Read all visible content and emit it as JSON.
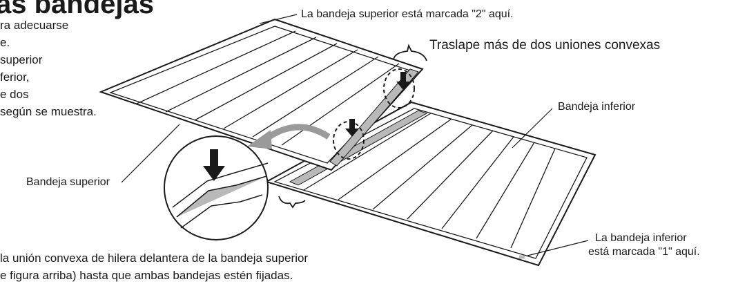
{
  "heading": "as bandejas",
  "intro_lines": [
    "ra adecuarse",
    "e.",
    " superior",
    "ferior,",
    "e dos",
    "según se muestra."
  ],
  "labels": {
    "top_mark": "La bandeja superior está marcada \"2\" aquí.",
    "overlap": "Traslape  más de dos uniones convexas",
    "lower_tray": "Bandeja inferior",
    "upper_tray": "Bandeja superior",
    "bottom_mark_1": "La bandeja inferior",
    "bottom_mark_2": "está marcada \"1\" aquí."
  },
  "footer_lines": [
    "la unión convexa de hilera delantera de la bandeja superior",
    "e figura arriba) hasta que ambas bandejas estén fijadas."
  ],
  "colors": {
    "line": "#1a1a1a",
    "highlight": "#b9b9b9",
    "arrow_gray": "#9a9a9a"
  }
}
